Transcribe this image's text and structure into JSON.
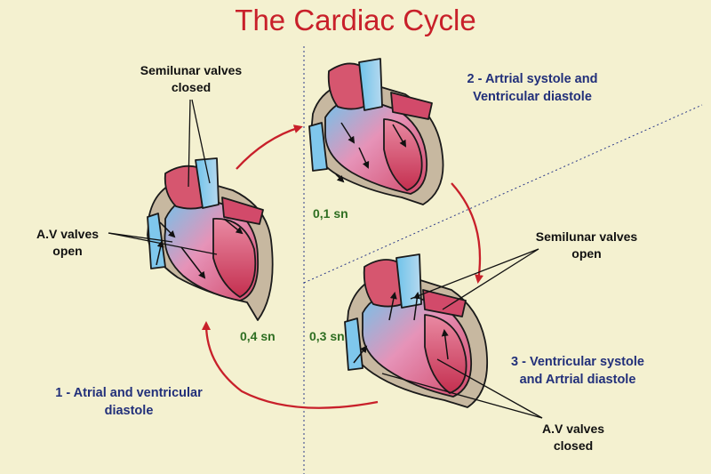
{
  "title": "The Cardiac Cycle",
  "labels": {
    "semilunar_closed_1": "Semilunar valves",
    "semilunar_closed_2": "closed",
    "av_open_1": "A.V valves",
    "av_open_2": "open",
    "phase2_1": "2 - Artrial systole and",
    "phase2_2": "Ventricular diastole",
    "semilunar_open_1": "Semilunar valves",
    "semilunar_open_2": "open",
    "phase3_1": "3 - Ventricular systole",
    "phase3_2": "and Artrial diastole",
    "av_closed_1": "A.V valves",
    "av_closed_2": "closed",
    "phase1_1": "1 - Atrial and ventricular",
    "phase1_2": "diastole"
  },
  "times": {
    "t1": "0,1 sn",
    "t3": "0,3 sn",
    "t4": "0,4 sn"
  },
  "colors": {
    "title": "#c8202a",
    "phase_text": "#22307a",
    "time_text": "#2e6e21",
    "cycle_arrow": "#c8202a",
    "background": "#f4f1d0"
  }
}
